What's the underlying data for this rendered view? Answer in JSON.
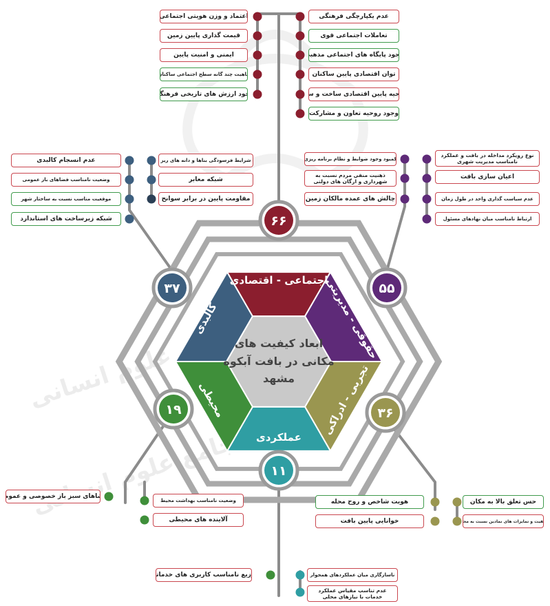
{
  "center": {
    "line1": "ابعاد کیفیت های",
    "line2": "مکانی در بافت آبکوه",
    "line3": "مشهد"
  },
  "colors": {
    "socio": "#8b1e2e",
    "planning": "#5e2a78",
    "env": "#9a9650",
    "functional": "#2f9ea3",
    "ecological": "#3f8f3a",
    "physical": "#3d5f7f",
    "outline_red": "#c9464e",
    "outline_green": "#3f9a4b",
    "ring": "#a9a9a9",
    "core": "#c9c9c9"
  },
  "segments": {
    "socio": "اجتماعی - اقتصادی",
    "planning": "حقوقی - مدیریتی",
    "env": "تجربی - ادراکی",
    "functional": "عملکردی",
    "ecological": "محیطی",
    "physical": "کالبدی"
  },
  "badges": {
    "top": "۶۶",
    "right_upper": "۵۵",
    "left_upper": "۳۷",
    "right_lower": "۳۶",
    "left_lower": "۱۹",
    "bottom": "۱۱"
  },
  "groups": {
    "top_left": [
      "اعتماد و وزن هویتی اجتماعی",
      "قیمت گذاری پایین زمین",
      "ایمنی و امنیت پایین",
      "ماهیت چند گانه سطح اجتماعی ساکنان",
      "وجود ارزش های تاریخی فرهنگی"
    ],
    "top_right": [
      "عدم یکپارچگی فرهنگی",
      "تعاملات اجتماعی قوی",
      "وجود پایگاه های اجتماعی مذهبی",
      "توان اقتصادی پایین ساکنان",
      "توجیه پایین اقتصادی ساخت و ساز",
      "وجود روحیه تعاون و مشارکت"
    ],
    "mid_left_outer": [
      "عدم انسجام کالبدی",
      "وضعیت نامناسب فضاهای باز عمومی",
      "موقعیت مناسب نسبت به ساختار شهر",
      "شبکه زیرساخت های استاندارد"
    ],
    "mid_left_inner": [
      "شرایط فرسودگی بناها و دانه های ریز",
      "شبکه معابر",
      "مقاومت پایین در برابر سوانح"
    ],
    "mid_right_inner": [
      "کمبود وجود ضوابط و نظام برنامه ریزی",
      "ذهنیت منفی مردم نسبت به شهرداری و ارگان های دولتی",
      "چالش های عمده مالکان زمین"
    ],
    "mid_right_outer": [
      "نوع رویکرد مداخله در بافت و عملکرد نامناسب مدیریت شهری",
      "اعیان سازی بافت",
      "عدم سیاست گذاری واحد در طول زمان",
      "ارتباط نامناسب میان نهادهای مسئول"
    ],
    "low_left_outer": [
      "فضاهای سبز باز خصوصی و عمومی"
    ],
    "low_left_inner": [
      "وضعیت نامناسب بهداشت محیط",
      "آلاینده های محیطی"
    ],
    "low_right_inner": [
      "هویت شاخص و روح محله",
      "خوانایی پایین بافت"
    ],
    "low_right_outer": [
      "حس تعلق بالا به مکان",
      "کیفیت و تمایزات های نمادین نسبت به محله"
    ],
    "bottom_left": [
      "توزیع نامناسب کاربری های خدماتی"
    ],
    "bottom_right": [
      "ناسازگاری میان عملکردهای همجوار",
      "عدم تناسب مقیاس عملکرد خدمات با نیازهای محلی"
    ]
  }
}
